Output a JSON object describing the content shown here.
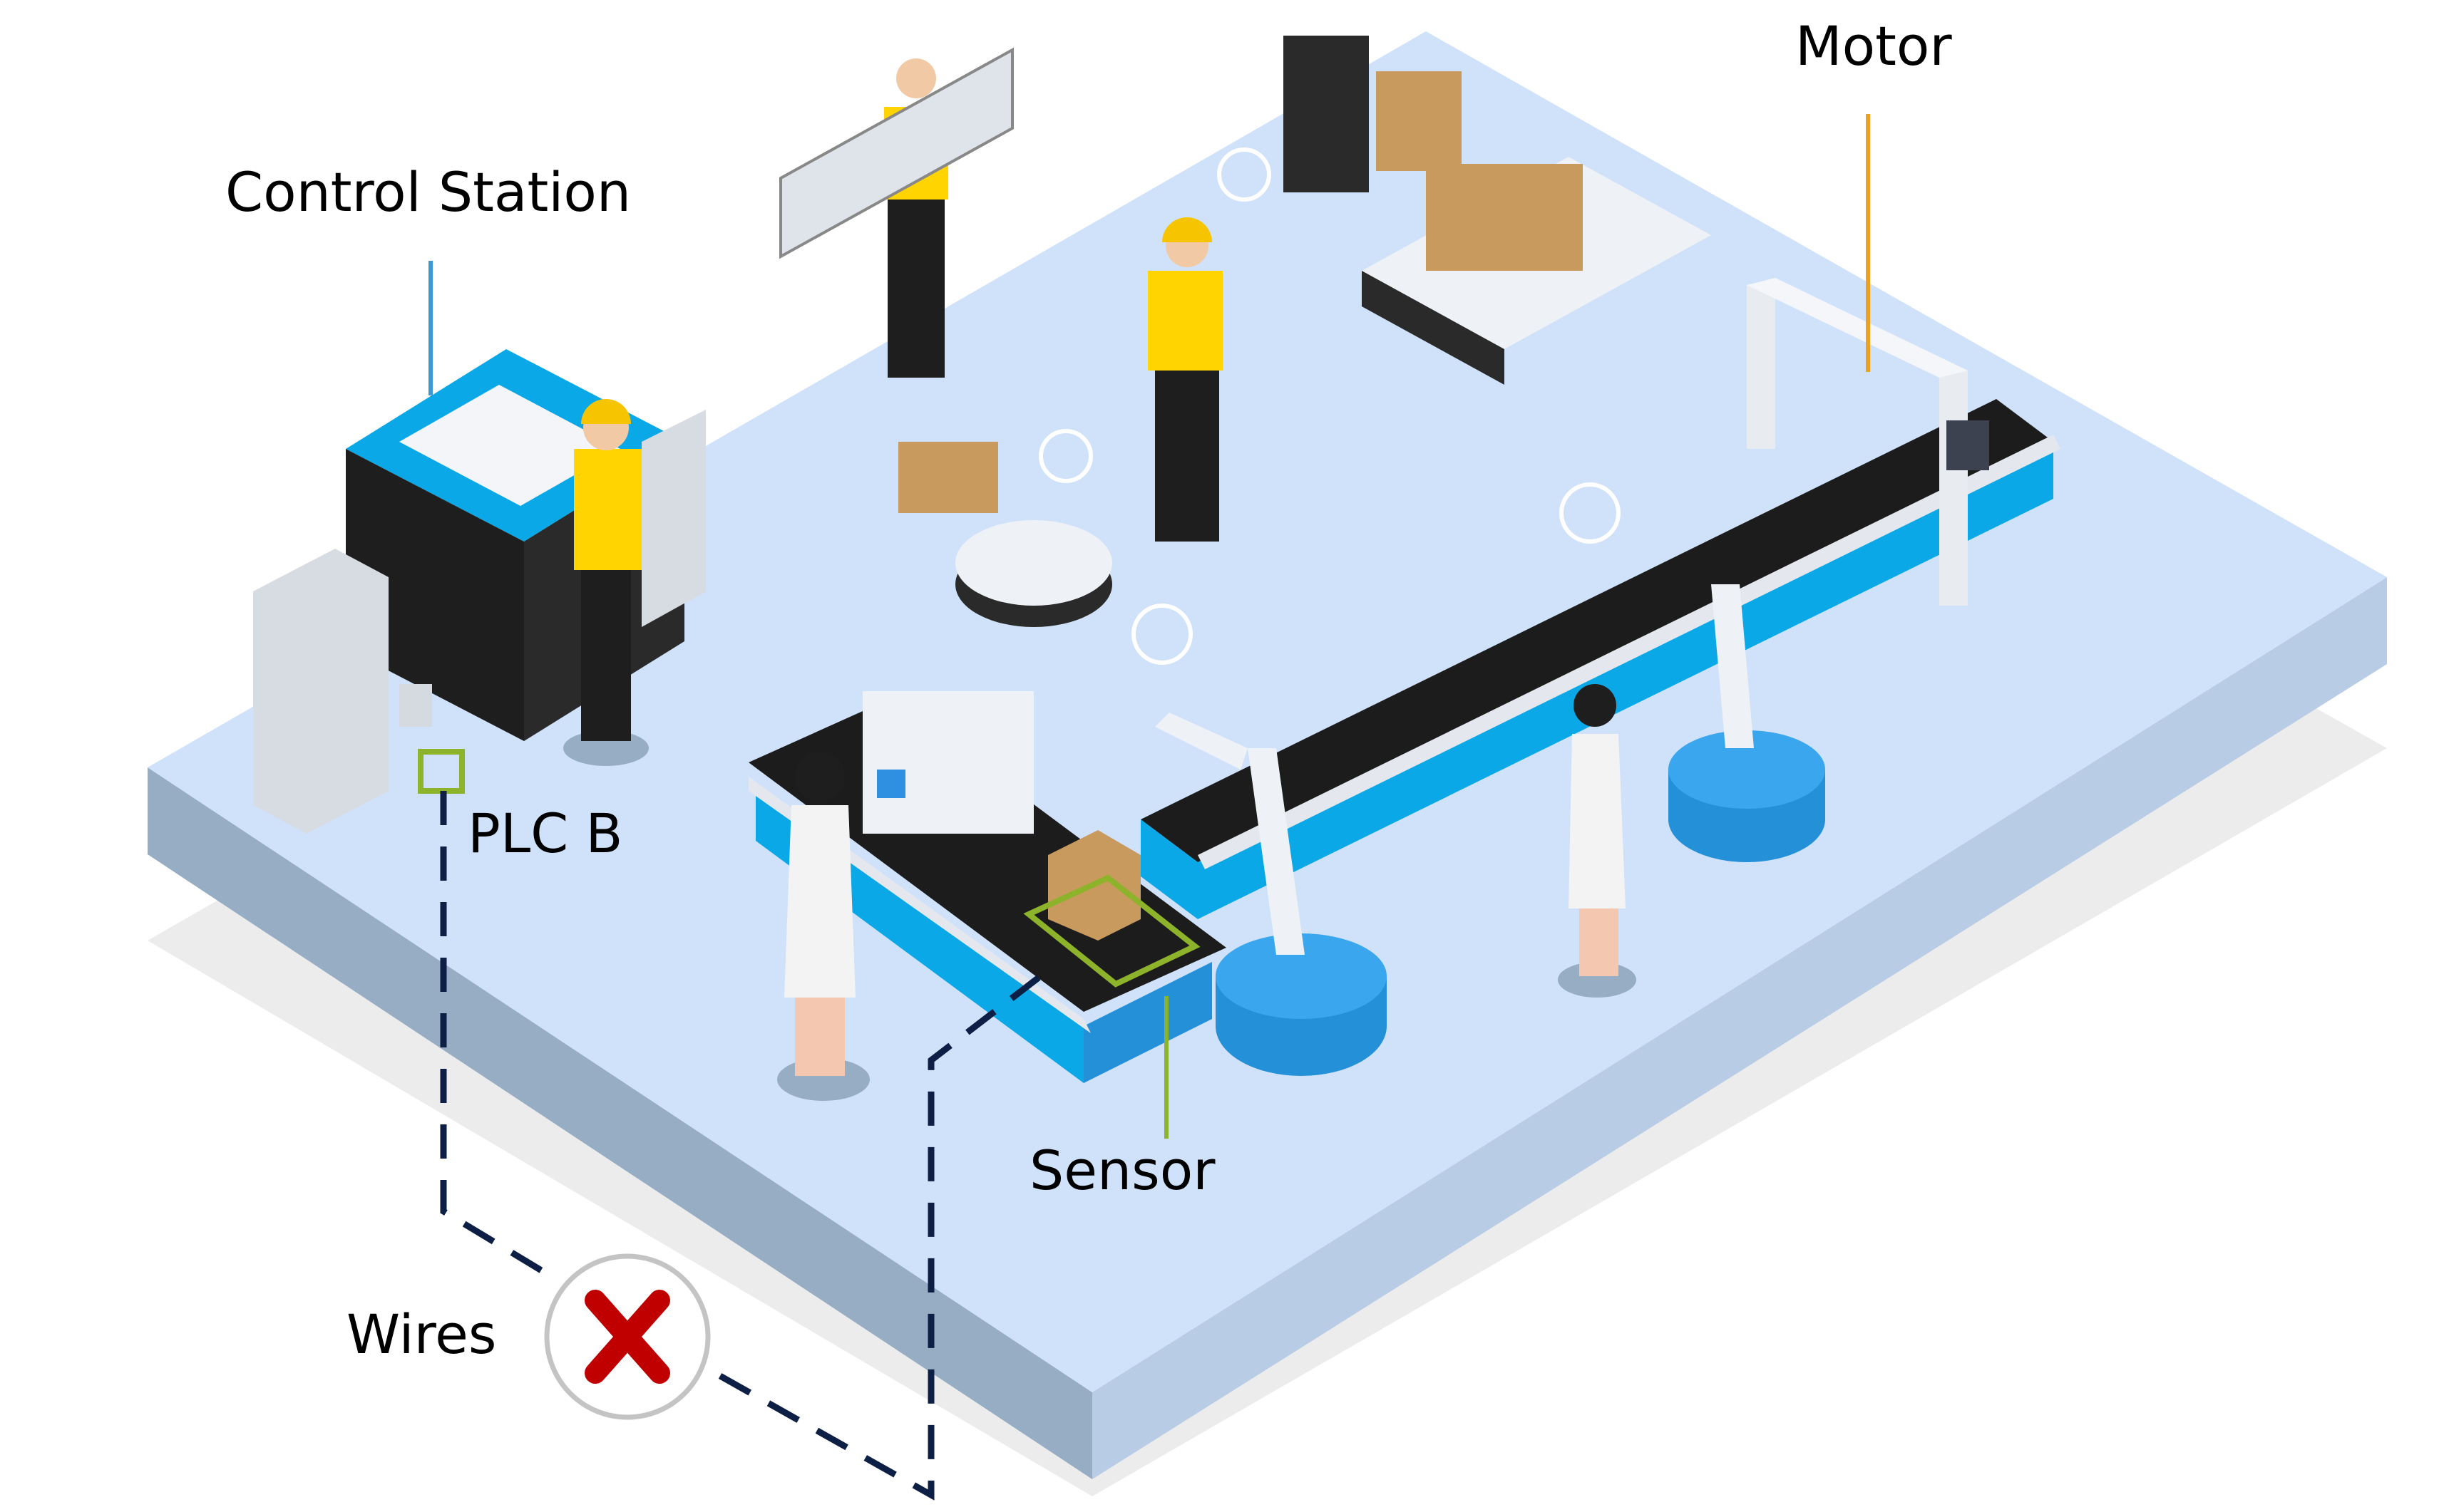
{
  "labels": {
    "control_station": "Control Station",
    "motor": "Motor",
    "plc": "PLC B",
    "sensor": "Sensor",
    "wires": "Wires"
  },
  "colors": {
    "floor_top": "#cfe2fa",
    "floor_side_left": "#97adc4",
    "floor_side_right": "#b9cce6",
    "shadow": "#ececec",
    "control_station_line": "#3a9ad9",
    "motor_line": "#f0a020",
    "sensor_line": "#8db32a",
    "wire_dash": "#0d1f45",
    "cross": "#c00000",
    "machine_blue": "#0aa8e6",
    "belt": "#1c1c1c"
  },
  "icons": [
    "no-wires-cross-icon",
    "wifi-signal-icon",
    "warning-sign-icon"
  ]
}
